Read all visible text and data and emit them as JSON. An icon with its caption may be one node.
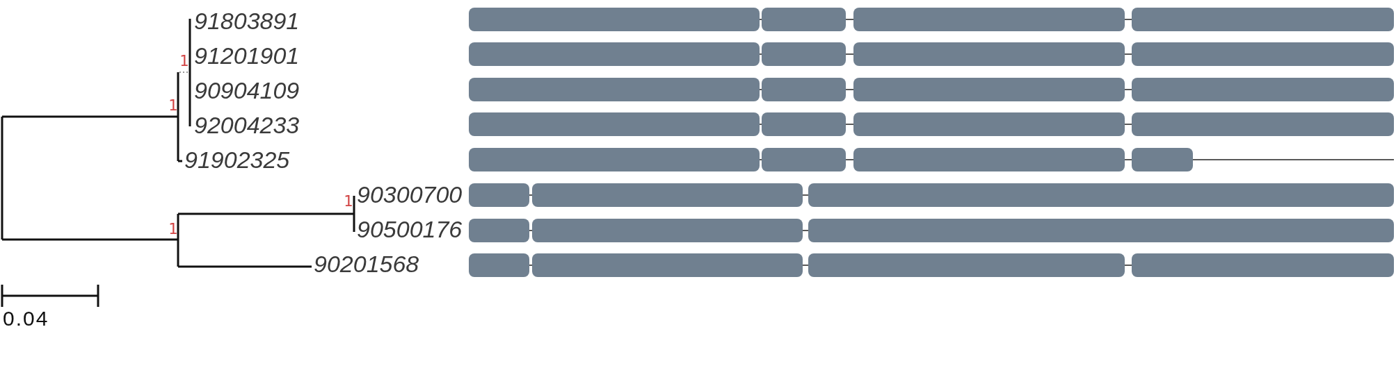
{
  "diagram": {
    "labels": [
      "91803891",
      "1",
      "91201901",
      "1",
      "90904109",
      "92004233",
      "91902325",
      "1",
      "90300700",
      "1",
      "90500176",
      "90201568",
      "0.04"
    ]
  }
}
